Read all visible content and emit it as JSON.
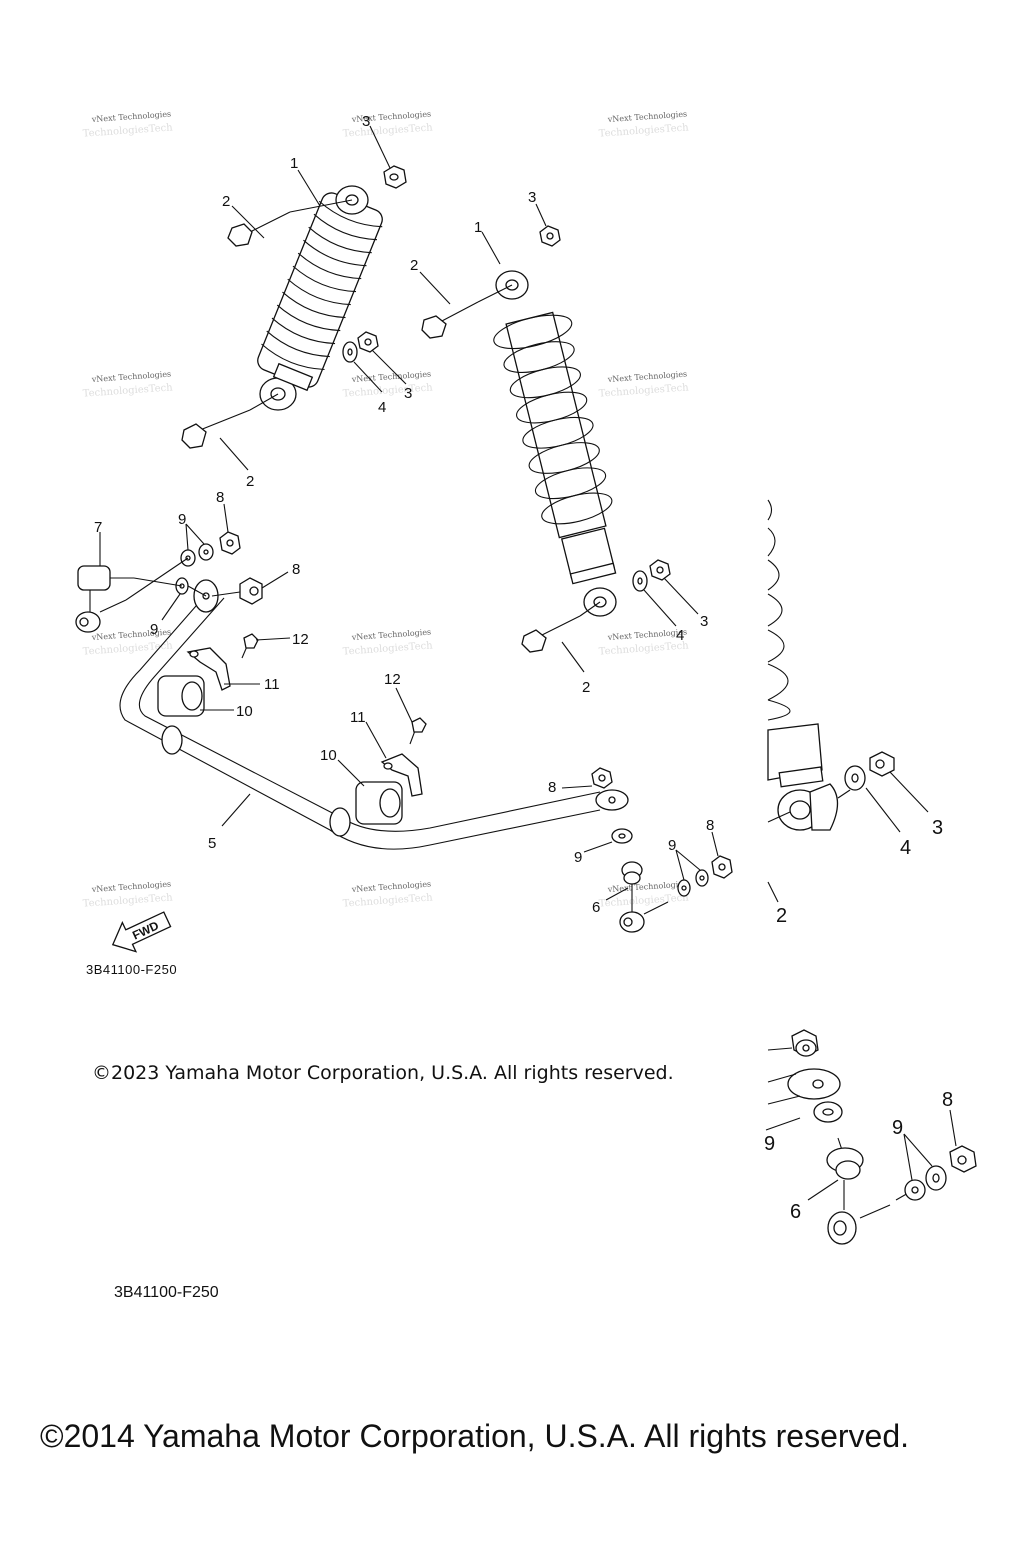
{
  "diagram": {
    "title": "Rear Suspension / Stabilizer Parts Diagram",
    "watermark_text": "vNext Technologies",
    "forward_indicator": "FWD",
    "diagram_code": "3B41100-F250",
    "callouts": {
      "shock_absorber": "1",
      "bolt": "2",
      "nut": "3",
      "washer": "4",
      "stabilizer": "5",
      "stabilizer_joint_right": "6",
      "stabilizer_joint_left": "7",
      "nut_flange": "8",
      "washer_plate": "9",
      "bushing": "10",
      "holder": "11",
      "bolt_flange": "12"
    }
  },
  "footer": {
    "copyright_2023": "©2023 Yamaha Motor Corporation, U.S.A. All rights reserved.",
    "secondary_diagram_code": "3B41100-F250",
    "copyright_2014": "©2014 Yamaha Motor Corporation, U.S.A. All rights reserved."
  }
}
